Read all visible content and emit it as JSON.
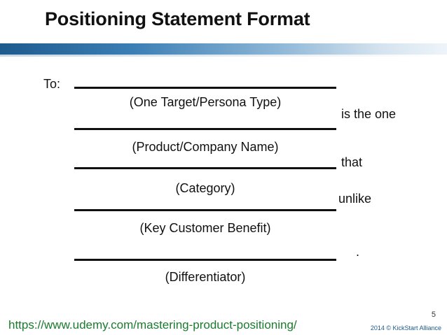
{
  "slide": {
    "title": "Positioning Statement Format",
    "to_label": "To:",
    "fields": [
      {
        "caption": "(One Target/Persona Type)"
      },
      {
        "caption": "(Product/Company Name)"
      },
      {
        "caption": "(Category)"
      },
      {
        "caption": "(Key Customer Benefit)"
      },
      {
        "caption": "(Differentiator)"
      }
    ],
    "connectors": [
      "is the one",
      "that",
      "unlike",
      "."
    ],
    "footer": {
      "url": "https://www.udemy.com/mastering-product-positioning/",
      "page_number": "5",
      "copyright": "2014 © KickStart Alliance"
    }
  },
  "colors": {
    "banner_dark": "#1d5a8e",
    "banner_light": "#d4e3ef",
    "footer_url": "#1a7b2e"
  }
}
